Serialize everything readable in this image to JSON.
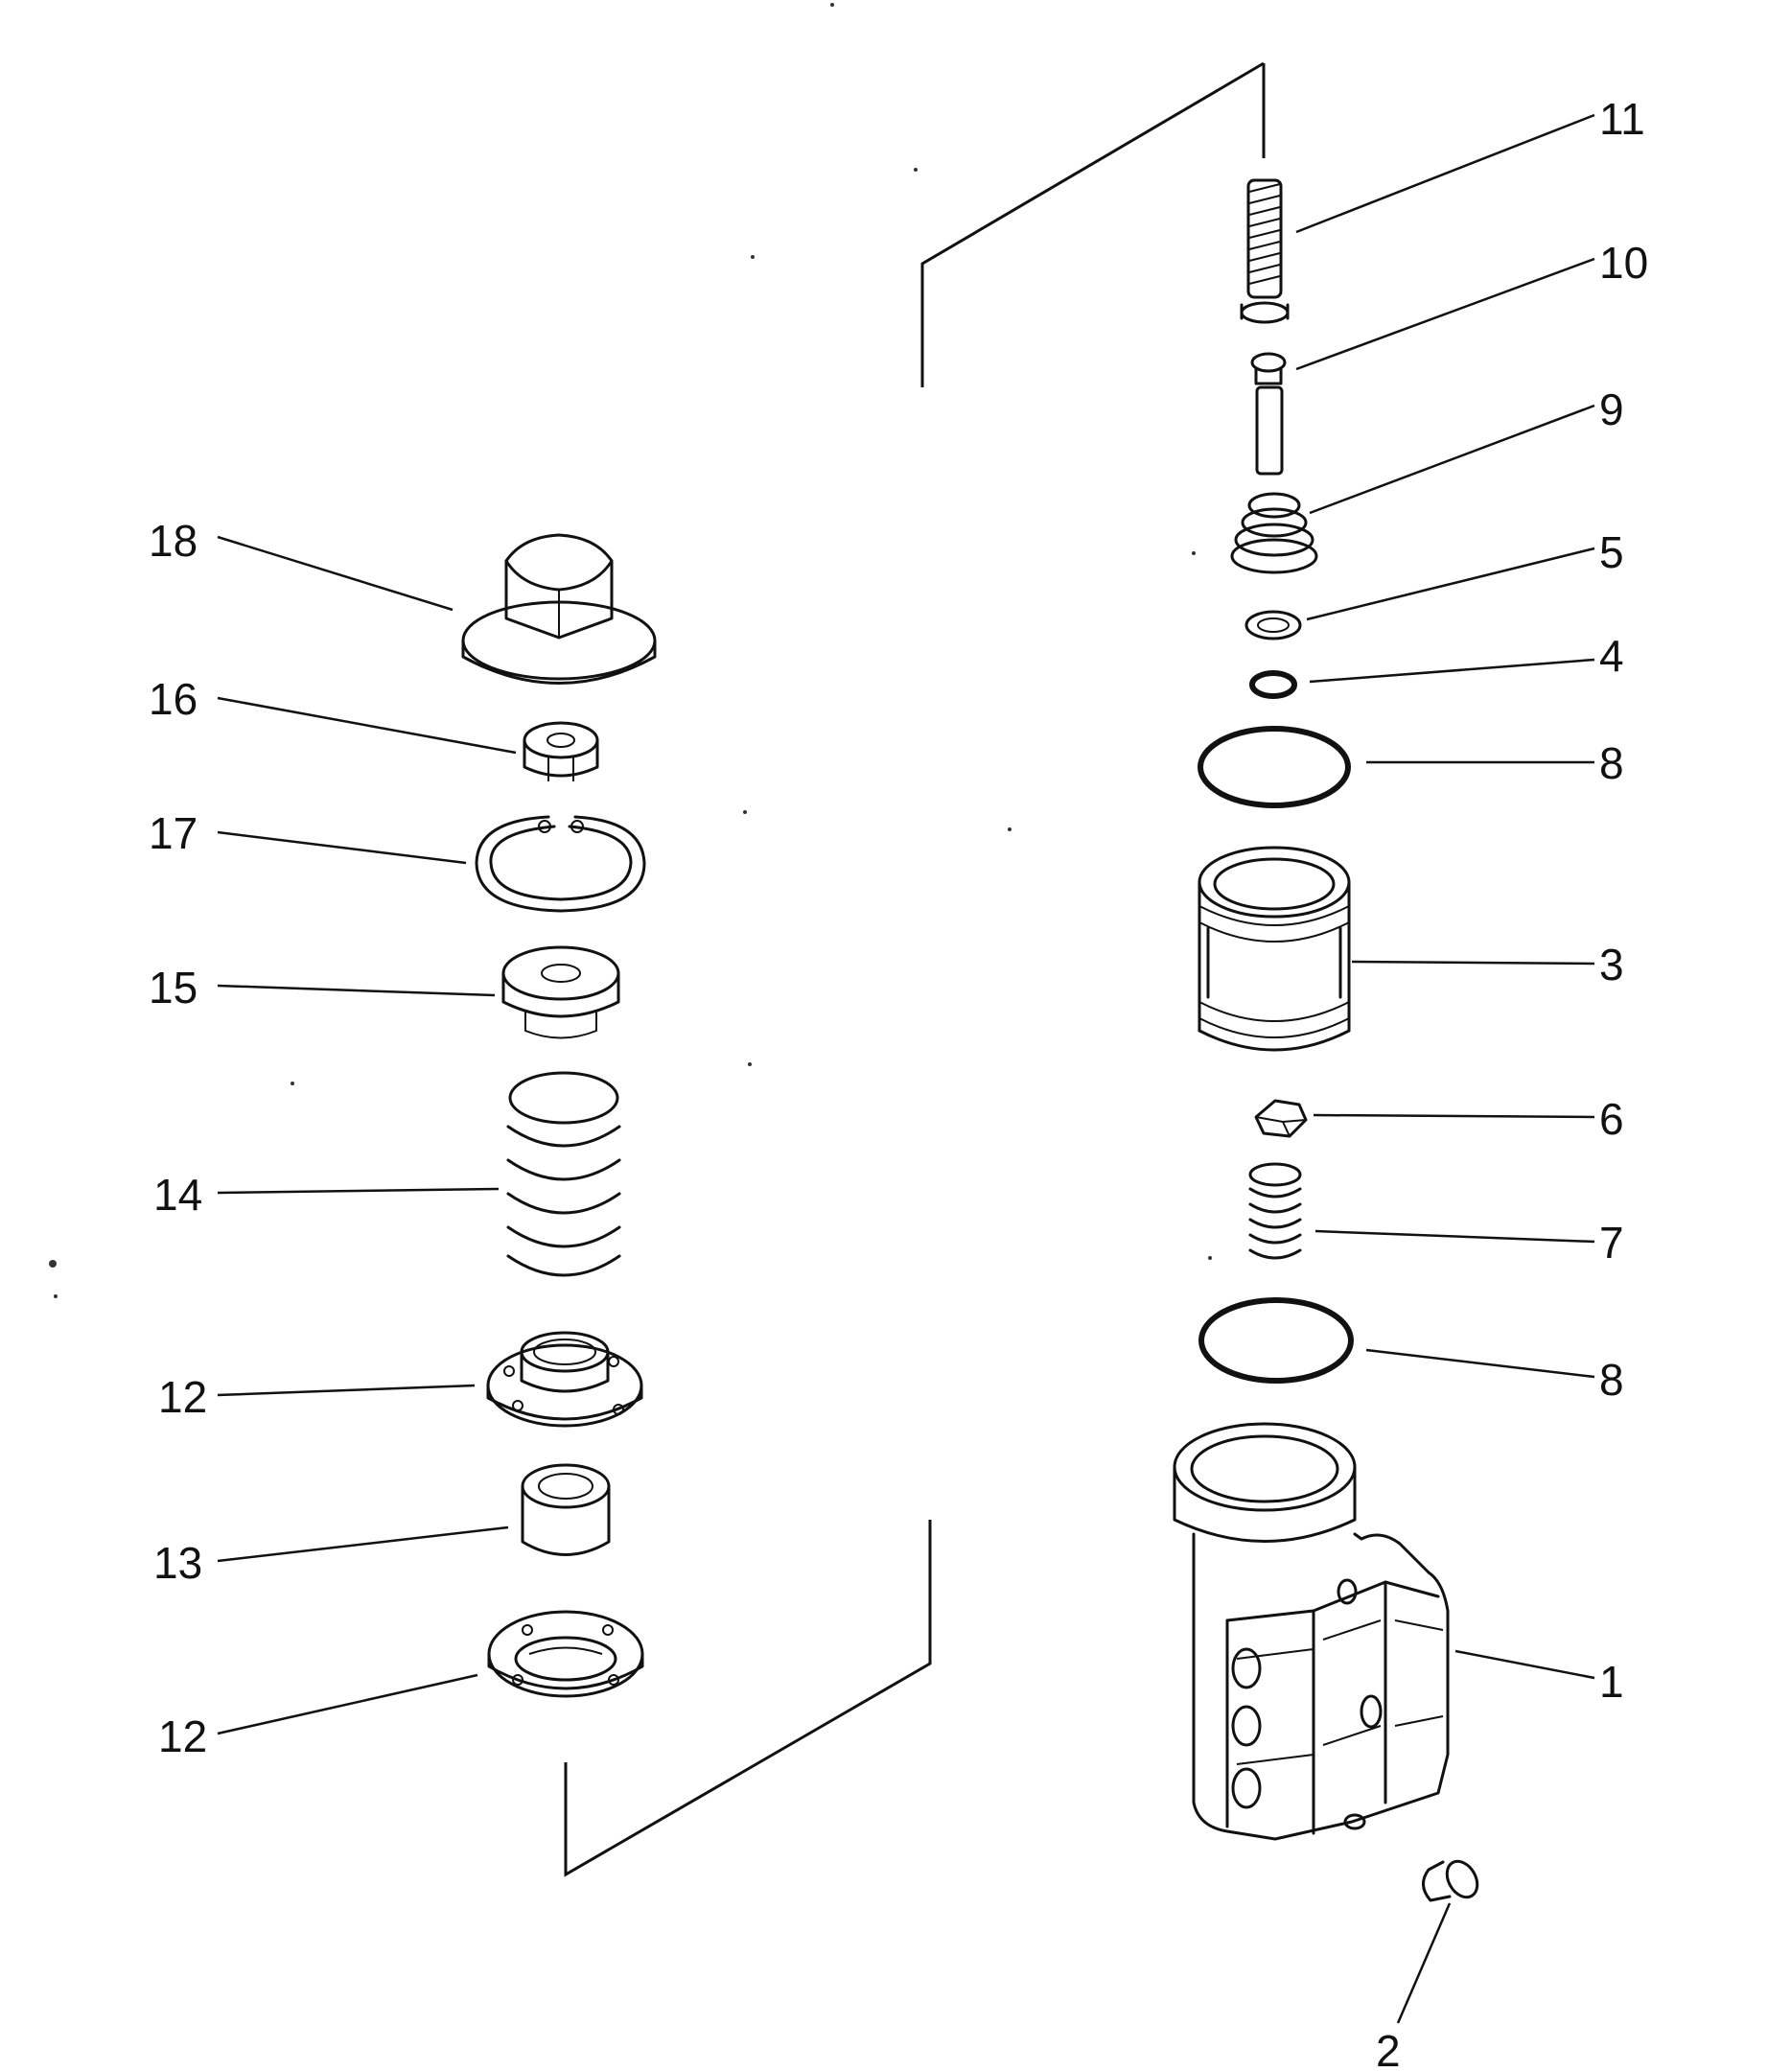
{
  "diagram": {
    "callouts": {
      "c1": "1",
      "c2": "2",
      "c3": "3",
      "c4": "4",
      "c5": "5",
      "c6": "6",
      "c7": "7",
      "c8a": "8",
      "c8b": "8",
      "c9": "9",
      "c10": "10",
      "c11": "11",
      "c12a": "12",
      "c12b": "12",
      "c13": "13",
      "c14": "14",
      "c15": "15",
      "c16": "16",
      "c17": "17",
      "c18": "18"
    }
  }
}
